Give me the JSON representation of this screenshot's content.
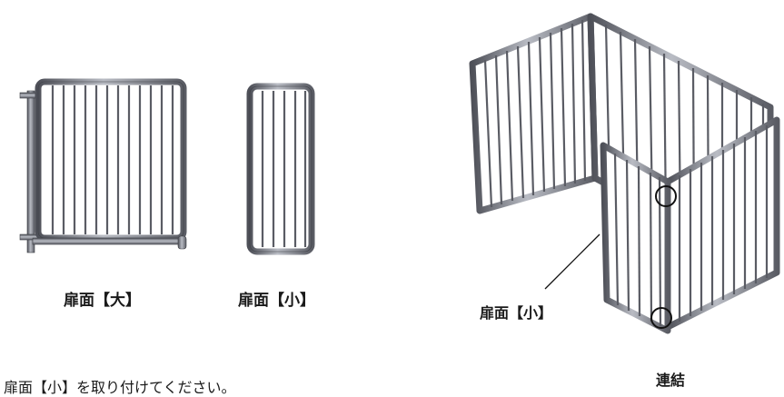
{
  "labels": {
    "large_door": "扉面【大】",
    "small_door": "扉面【小】",
    "callout_small": "扉面【小】",
    "connection": "連結",
    "instruction": "扉面【小】を取り付けてください。"
  },
  "colors": {
    "frame": "#8a8d96",
    "frame_dark": "#4e5058",
    "frame_light": "#c9ccd3",
    "marker": "#111111"
  }
}
